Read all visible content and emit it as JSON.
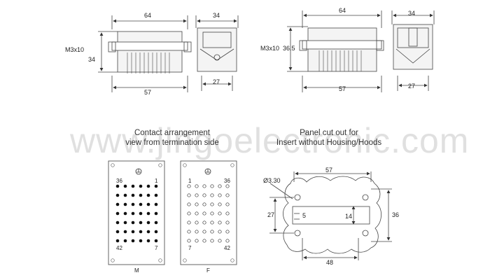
{
  "watermark": "www.jingoelectronic.com",
  "side_views": {
    "top_left": {
      "width": "64",
      "height": "34",
      "thread": "M3x10",
      "bottom": "57"
    },
    "top_left_end": {
      "width": "34",
      "bottom": "27"
    },
    "top_right": {
      "width": "64",
      "height": "36.5",
      "thread": "M3x10",
      "bottom": "57"
    },
    "top_right_end": {
      "width": "34",
      "bottom": "27"
    }
  },
  "contact_arrangement": {
    "title_line1": "Contact arrangement",
    "title_line2": "view from termination side",
    "male": {
      "label": "M",
      "top_left": "36",
      "top_right": "1",
      "bottom_left": "42",
      "bottom_right": "7"
    },
    "female": {
      "label": "F",
      "top_left": "1",
      "top_right": "36",
      "bottom_left": "7",
      "bottom_right": "42"
    },
    "earth_symbol": "ground-icon"
  },
  "panel_cutout": {
    "title_line1": "Panel cut out for",
    "title_line2": "Insert without Housing/Hoods",
    "hole_dia": "Ø3.30",
    "top_width": "57",
    "bottom_width": "48",
    "left_height": "27",
    "right_height": "36",
    "inner_width": "5",
    "inner_height": "14"
  }
}
